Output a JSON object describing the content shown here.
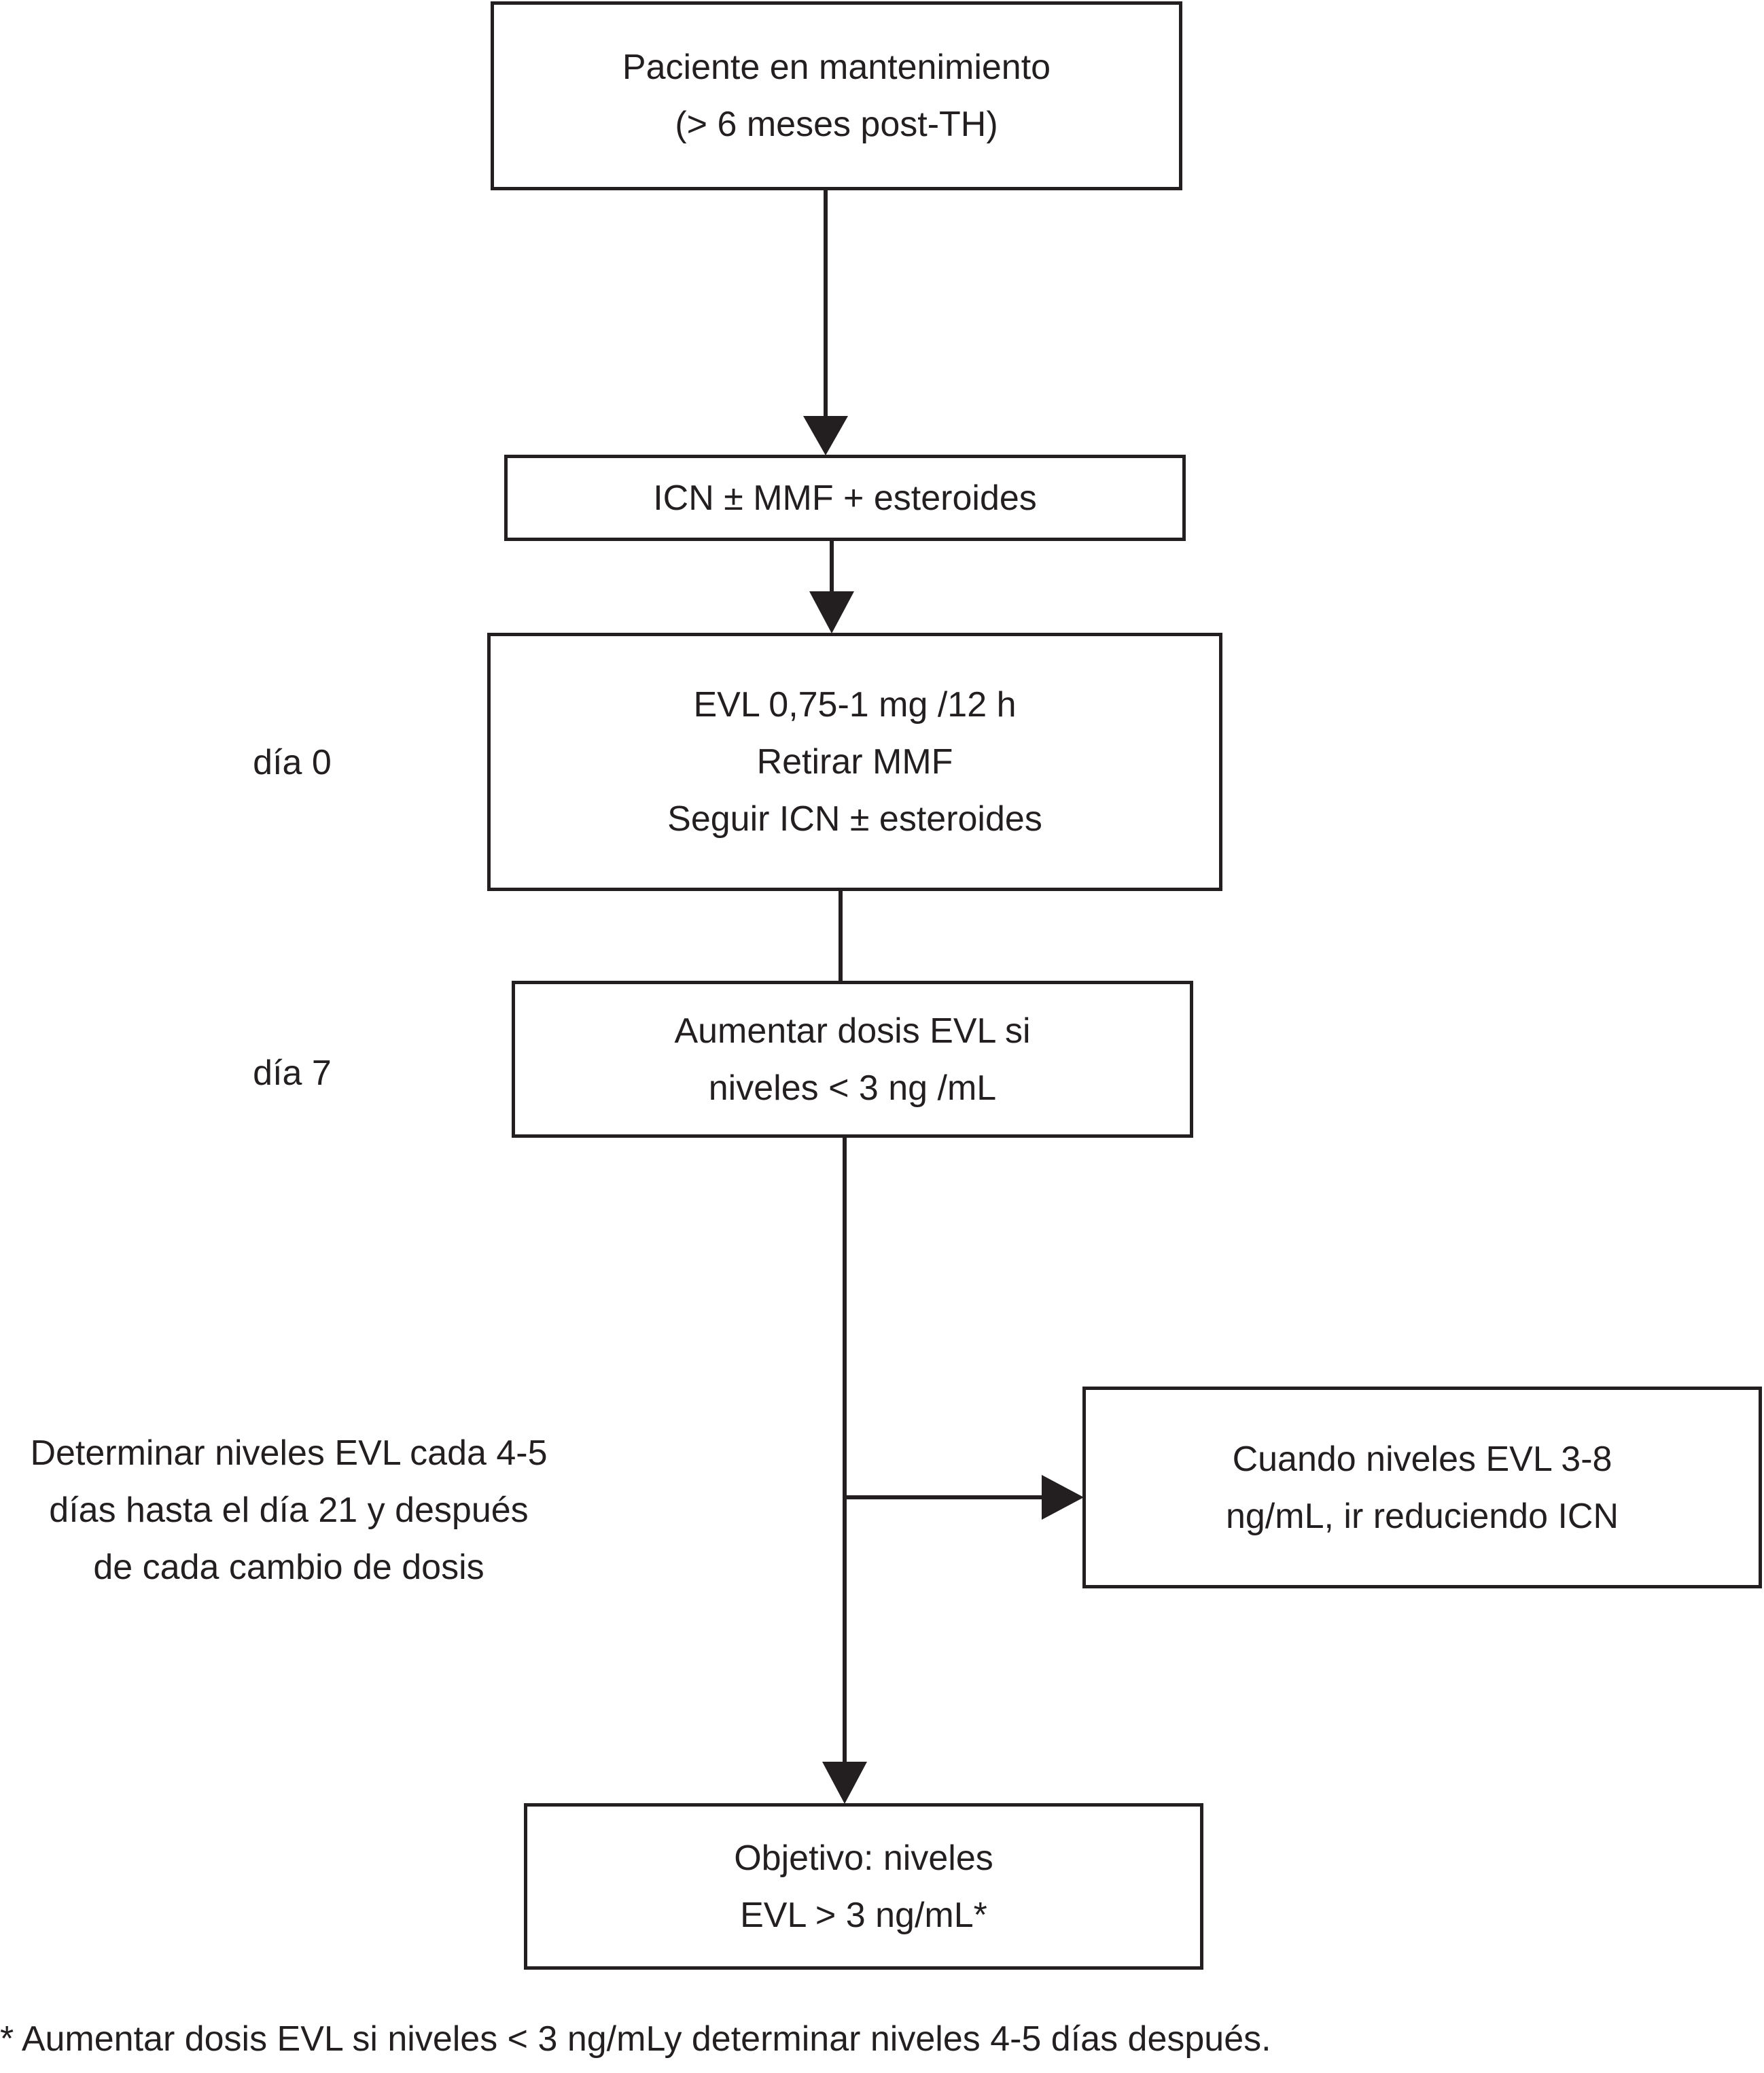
{
  "boxes": {
    "patient": {
      "lines": [
        "Paciente en mantenimiento",
        "(> 6 meses post-TH)"
      ]
    },
    "regimen": {
      "lines": [
        "ICN ± MMF + esteroides"
      ]
    },
    "evl_start": {
      "lines": [
        "EVL 0,75-1 mg /12 h",
        "Retirar MMF",
        "Seguir ICN  ± esteroides"
      ]
    },
    "increase_dose": {
      "lines": [
        "Aumentar dosis EVL si",
        "niveles < 3 ng /mL"
      ]
    },
    "reduce_icn": {
      "lines": [
        "Cuando niveles EVL 3-8",
        "ng/mL, ir reduciendo ICN"
      ]
    },
    "objective": {
      "lines": [
        "Objetivo: niveles",
        "EVL > 3 ng/mL*"
      ]
    }
  },
  "side_labels": {
    "day0": "día 0",
    "day7": "día 7",
    "monitoring": [
      "Determinar niveles EVL cada 4-5",
      "días hasta el día 21 y después",
      "de cada cambio de dosis"
    ]
  },
  "footnote": "* Aumentar dosis EVL si niveles < 3 ng/mLy determinar niveles 4-5 días después.",
  "colors": {
    "stroke": "#231f20",
    "background": "#ffffff"
  }
}
